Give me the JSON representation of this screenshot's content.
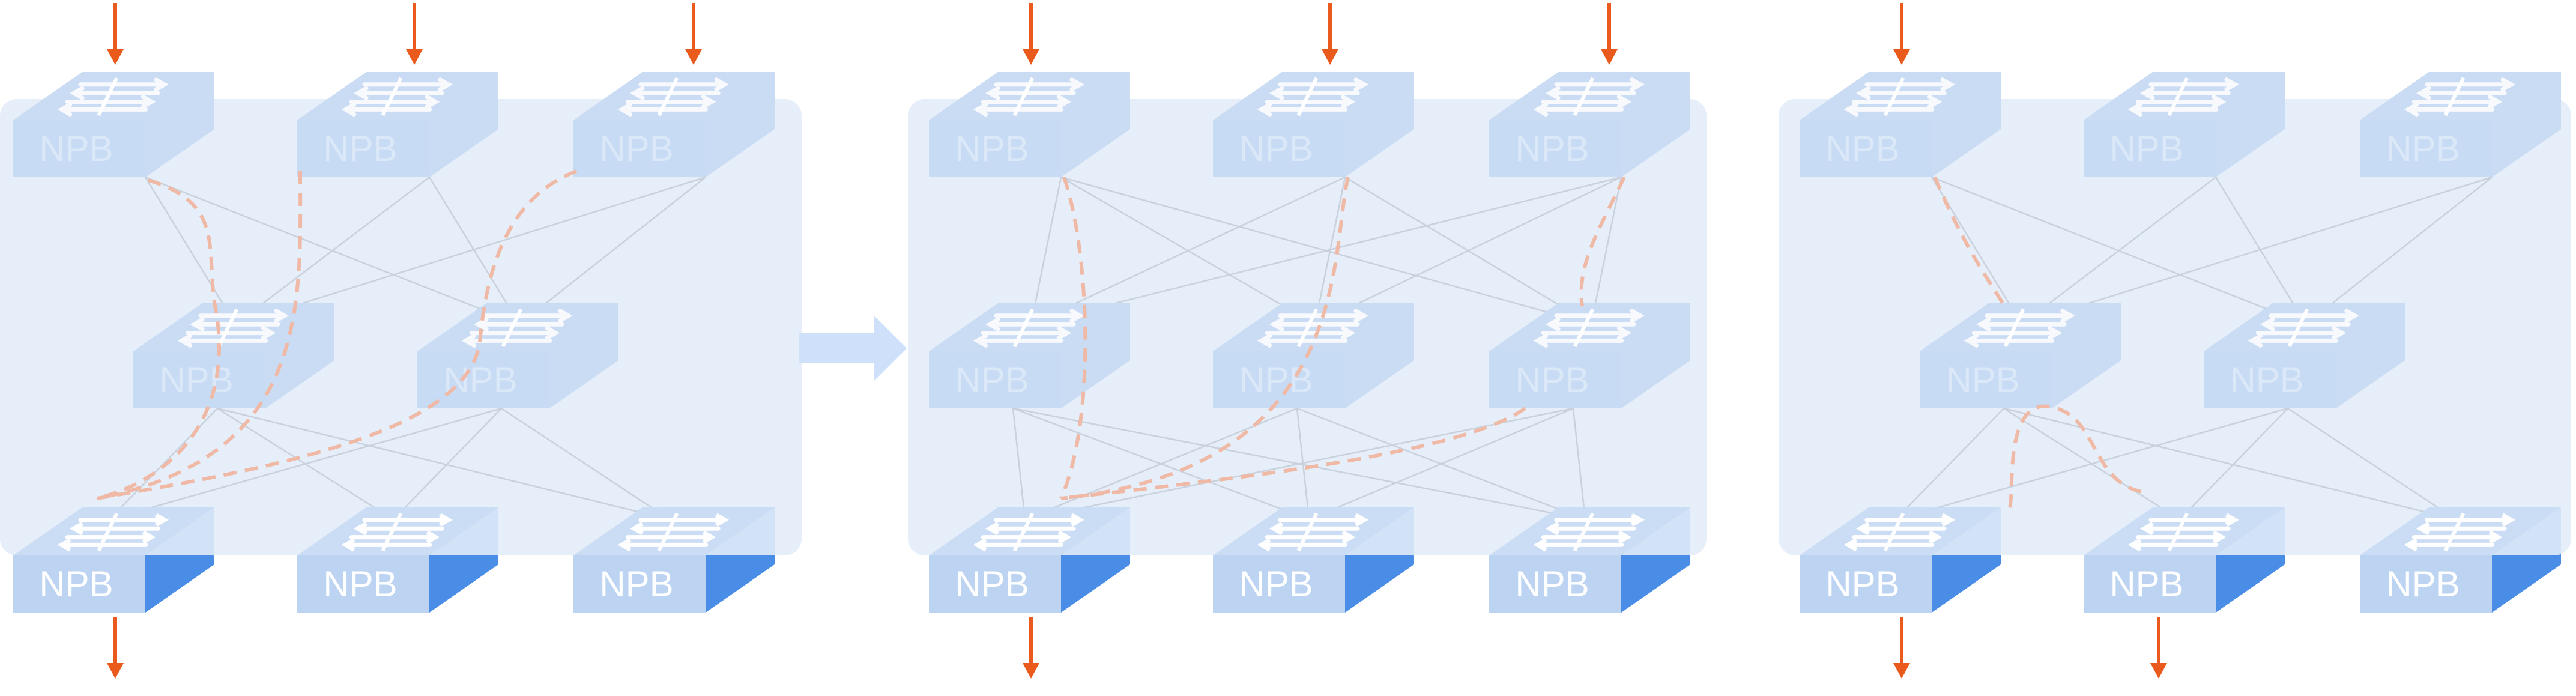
{
  "diagram": {
    "node_label": "NPB",
    "colors": {
      "panel": "#e2ecf8",
      "switch_top": "#5f9ded",
      "switch_side": "#4a8de6",
      "switch_front": "#bcd4f2",
      "faded_top": "#cadcf4",
      "faded_front": "#c8dbf4",
      "link": "#c9d1dc",
      "path": "#efb9a6",
      "io_arrow": "#ea5a1c",
      "transition_arrow": "#cfe0fa"
    },
    "panels": [
      {
        "id": "panel-1",
        "input_arrows": [
          "top-left",
          "top-center",
          "top-right"
        ],
        "output_arrows": [
          "bottom-left"
        ]
      },
      {
        "id": "panel-2",
        "input_arrows": [
          "top-left",
          "top-center",
          "top-right"
        ],
        "output_arrows": [
          "bottom-left"
        ]
      },
      {
        "id": "panel-3",
        "input_arrows": [
          "top-left"
        ],
        "output_arrows": [
          "bottom-left",
          "bottom-center"
        ]
      }
    ]
  }
}
